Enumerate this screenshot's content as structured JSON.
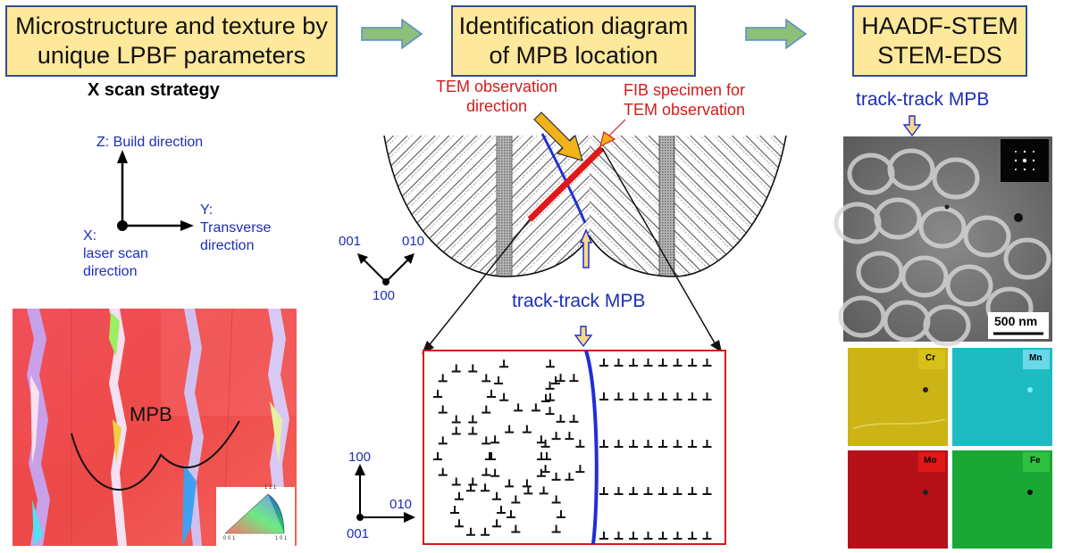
{
  "headers": {
    "box1": [
      "Microstructure and texture by",
      "unique LPBF parameters"
    ],
    "box2": [
      "Identification diagram",
      "of MPB location"
    ],
    "box3": [
      "HAADF-STEM",
      "STEM-EDS"
    ]
  },
  "left": {
    "scan_strategy": "X scan strategy",
    "z_label": "Z: Build direction",
    "y_label": [
      "Y:",
      "Transverse",
      "direction"
    ],
    "x_label": [
      "X:",
      "laser scan",
      "direction"
    ],
    "ebsd_mpb_label": "MPB",
    "ipf_labels": {
      "top": "1 1 1",
      "left": "0 0 1",
      "right": "1 0 1"
    }
  },
  "middle": {
    "tem_direction": [
      "TEM observation",
      "direction"
    ],
    "fib_specimen": [
      "FIB specimen for",
      "TEM observation"
    ],
    "axis_001": "001",
    "axis_010": "010",
    "axis_100": "100",
    "track_mpb": "track-track MPB",
    "inset_axis_100": "100",
    "inset_axis_010": "010",
    "inset_axis_001": "001"
  },
  "right": {
    "track_mpb": "track-track MPB",
    "scale_bar": "500 nm",
    "eds_maps": [
      "Cr",
      "Mn",
      "Mo",
      "Fe"
    ]
  },
  "colors": {
    "header_fill": "#fde89b",
    "header_border": "#2f4f8f",
    "arrow_green": "#8cc07a",
    "label_blue": "#1d2db8",
    "label_red": "#d31b1b",
    "cr_map": "#d8c01a",
    "mn_map": "#22c8d0",
    "mo_map": "#c4141a",
    "fe_map": "#1fb43a"
  }
}
